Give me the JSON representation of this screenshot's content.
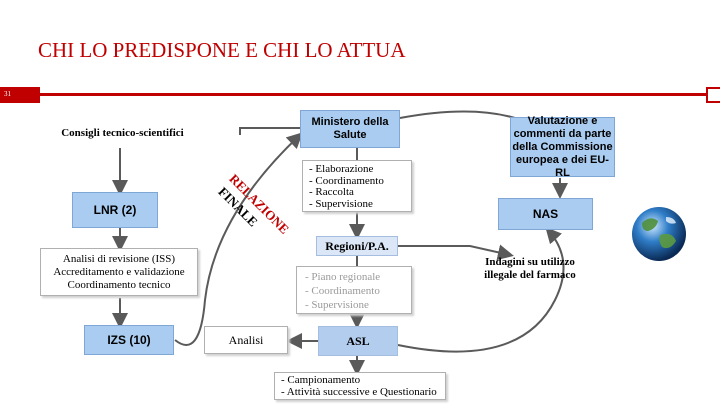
{
  "header": {
    "title": "CHI LO PREDISPONE E CHI LO ATTUA",
    "slide_number": "31"
  },
  "nodes": {
    "ministero": "Ministero della Salute",
    "consigli": "Consigli tecnico-scientifici",
    "valutazione": "Valutazione e commenti da parte della Commissione europea e dei EU-RL",
    "lnr": "LNR (2)",
    "nas": "NAS",
    "regioni": "Regioni/P.A.",
    "indagini": "Indagini su utilizzo illegale del farmaco",
    "izs": "IZS (10)",
    "analisi": "Analisi",
    "asl": "ASL"
  },
  "relazione": {
    "line1": "RELAZIONE",
    "line2": "FINALE"
  },
  "ministero_tasks": [
    "- Elaborazione",
    "- Coordinamento",
    "- Raccolta",
    "- Supervisione"
  ],
  "iss_tasks": [
    "Analisi di revisione (ISS)",
    "Accreditamento e validazione",
    "Coordinamento tecnico"
  ],
  "regioni_tasks": [
    "- Piano regionale",
    "- Coordinamento",
    "- Supervisione"
  ],
  "asl_tasks": [
    "- Campionamento",
    "- Attività successive e Questionario"
  ],
  "colors": {
    "accent": "#c00000",
    "box_fill": "#a9ccf0",
    "box_light": "#dbe7f6",
    "arrow": "#5a5a5a"
  },
  "icons": [
    "globe-icon"
  ]
}
